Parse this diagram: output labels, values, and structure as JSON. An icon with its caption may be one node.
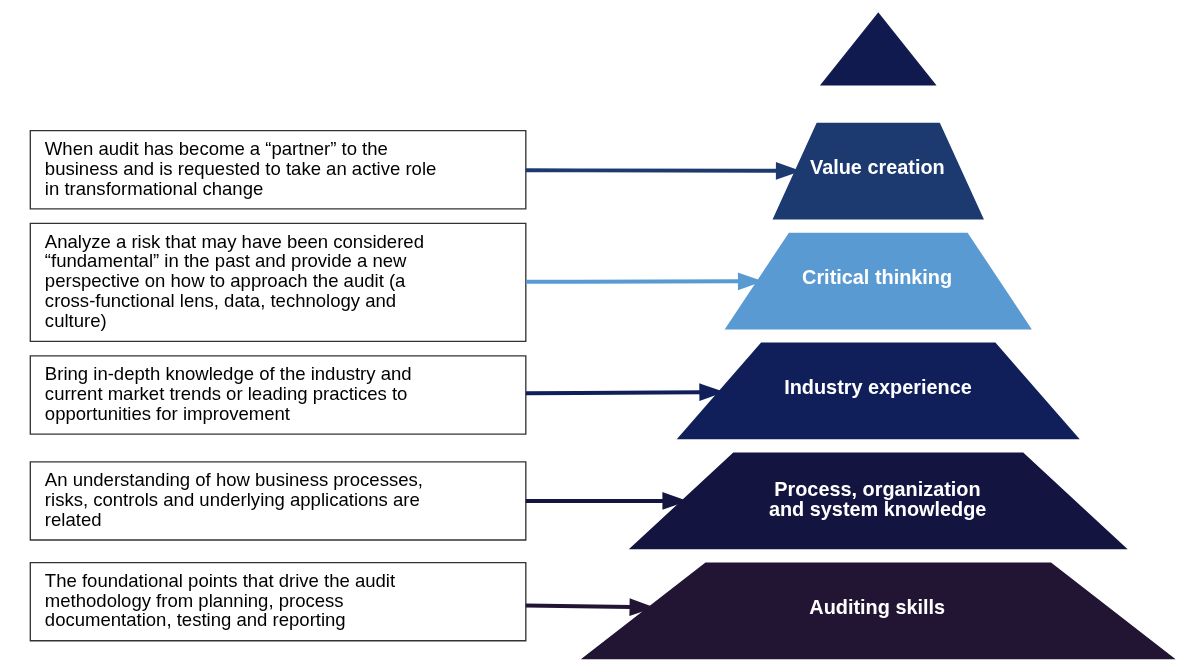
{
  "diagram": {
    "nodes": [
      {
        "text": [
          "When audit has become a “partner” to the business and is requested to take an active role in transformational change"
        ]
      },
      {
        "text": [
          "Analyze a risk that may have been considered “fundamental” in the past and provide a new perspective on how to approach the audit (a cross-functional lens, data, technology and culture)"
        ]
      },
      {
        "text": [
          "Bring in-depth knowledge of the industry and current market trends or leading practices to opportunities for improvement"
        ]
      },
      {
        "text": [
          "An understanding of how business processes, risks, controls and underlying applications are related"
        ]
      },
      {
        "text": [
          "The foundational points that drive the audit methodology from planning, process documentation, testing and reporting"
        ]
      },
      {
        "text": [],
        "shape": "triangle"
      },
      {
        "text": [
          "Value creation"
        ]
      },
      {
        "text": [
          "Critical thinking"
        ]
      },
      {
        "text": [
          "Industry experience"
        ]
      },
      {
        "text": [
          "Process, organization and system knowledge"
        ]
      },
      {
        "text": [
          "Auditing skills"
        ]
      }
    ],
    "edges": [
      {
        "from": 0,
        "to": 6,
        "arrow": "to",
        "color": "#1c3a70"
      },
      {
        "from": 1,
        "to": 7,
        "arrow": "to",
        "color": "#5a9ad2"
      },
      {
        "from": 2,
        "to": 8,
        "arrow": "to",
        "color": "#101f5a"
      },
      {
        "from": 3,
        "to": 9,
        "arrow": "to",
        "color": "#13143f"
      },
      {
        "from": 4,
        "to": 10,
        "arrow": "to",
        "color": "#221534"
      }
    ]
  }
}
